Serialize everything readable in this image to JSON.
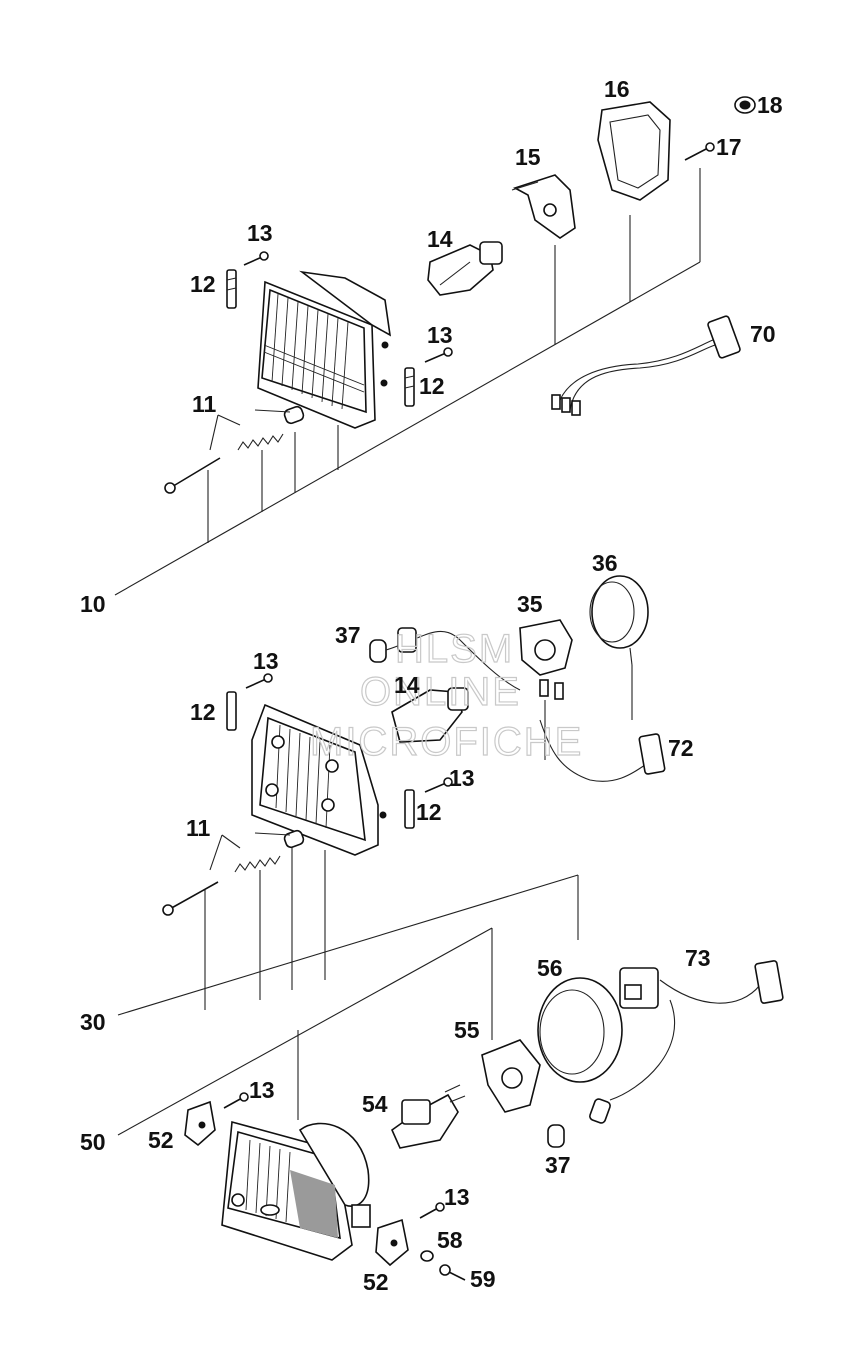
{
  "watermark": {
    "line1": "HLSM",
    "line2": "ONLINE",
    "line3": "MICROFICHE"
  },
  "labels": {
    "l10": "10",
    "l11a": "11",
    "l12a": "12",
    "l13a": "13",
    "l14a": "14",
    "l15": "15",
    "l16": "16",
    "l17": "17",
    "l18": "18",
    "l12b": "12",
    "l13b": "13",
    "l70": "70",
    "l30": "30",
    "l11b": "11",
    "l12c": "12",
    "l13c": "13",
    "l14b": "14",
    "l35": "35",
    "l36": "36",
    "l37a": "37",
    "l12d": "12",
    "l13d": "13",
    "l72": "72",
    "l50": "50",
    "l52a": "52",
    "l13e": "13",
    "l54": "54",
    "l55": "55",
    "l56": "56",
    "l73": "73",
    "l37b": "37",
    "l13f": "13",
    "l58": "58",
    "l52b": "52",
    "l59": "59"
  },
  "colors": {
    "ink": "#111111",
    "watermark": "#c9c9c9",
    "paper": "#ffffff"
  }
}
